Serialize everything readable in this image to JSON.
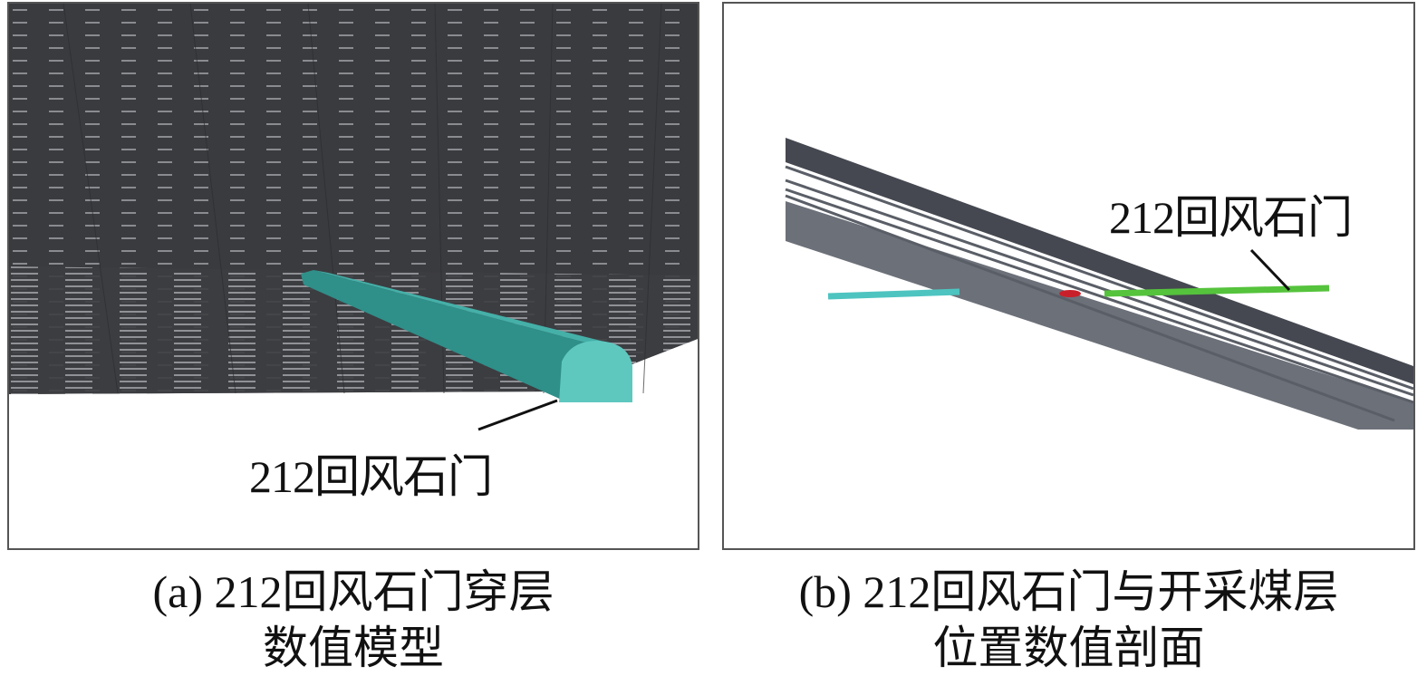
{
  "panel_a": {
    "label": "212回风石门",
    "caption_line1": "(a) 212回风石门穿层",
    "caption_line2": "数值模型"
  },
  "panel_b": {
    "label": "212回风石门",
    "caption_line1": "(b) 212回风石门与开采煤层",
    "caption_line2": "位置数值剖面"
  },
  "colors": {
    "mesh": "#3a3b3f",
    "tunnel": "#3aa8a0",
    "tunnel_face": "#5ec8bf",
    "tunnel_b_green": "#55c33c",
    "tunnel_b_cyan": "#4ec4c0",
    "highlight_red": "#c8202a"
  }
}
